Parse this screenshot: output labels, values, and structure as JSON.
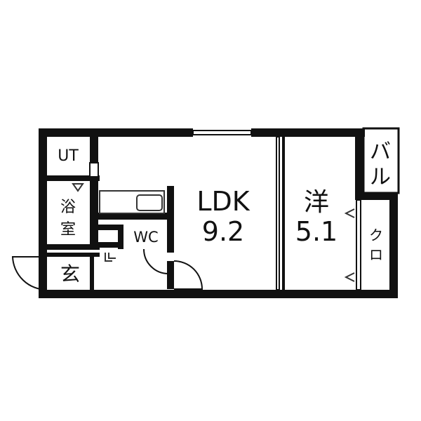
{
  "rooms": {
    "ut": "UT",
    "bath": [
      "浴",
      "室"
    ],
    "wc": "WC",
    "entrance": "玄",
    "ldk": {
      "name": "LDK",
      "size": "9.2"
    },
    "western": {
      "name": "洋",
      "size": "5.1"
    },
    "closet": [
      "ク",
      "ロ"
    ],
    "balcony": [
      "バ",
      "ル"
    ]
  },
  "colors": {
    "wall": "#111111",
    "fixture": "#333333",
    "background": "#ffffff"
  }
}
